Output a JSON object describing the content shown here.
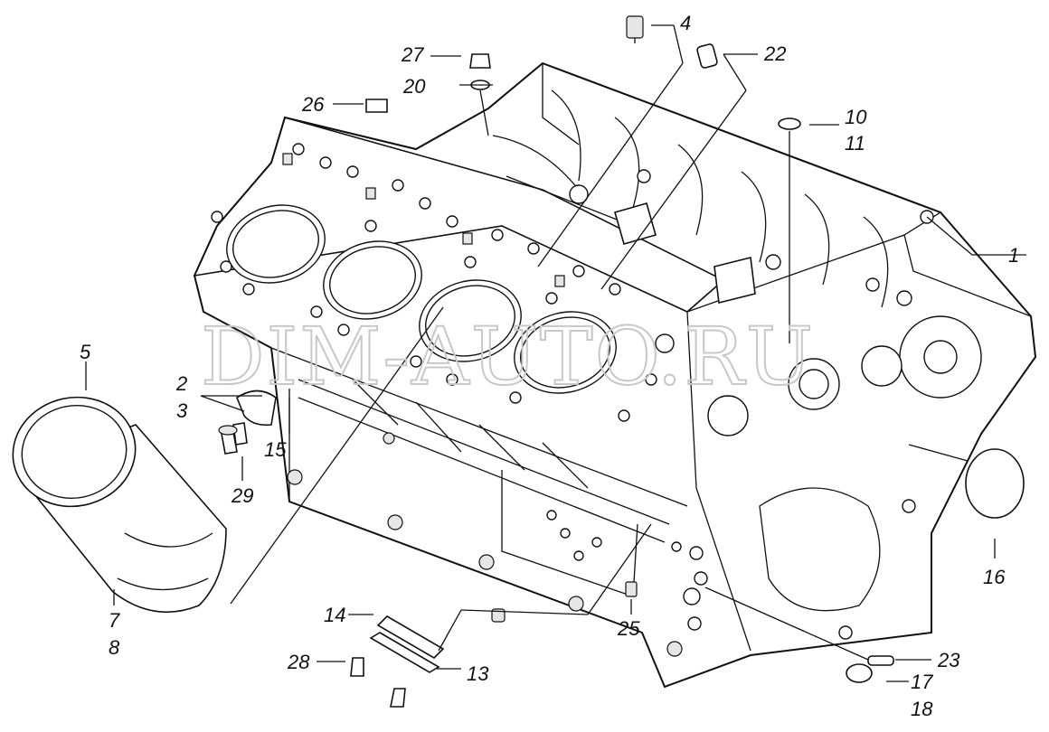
{
  "watermark": "DIM-AUTO.RU",
  "callouts": [
    {
      "id": "1",
      "text": "1"
    },
    {
      "id": "2",
      "text": "2"
    },
    {
      "id": "3",
      "text": "3"
    },
    {
      "id": "4",
      "text": "4"
    },
    {
      "id": "5",
      "text": "5"
    },
    {
      "id": "7",
      "text": "7"
    },
    {
      "id": "8",
      "text": "8"
    },
    {
      "id": "10",
      "text": "10"
    },
    {
      "id": "11",
      "text": "11"
    },
    {
      "id": "13",
      "text": "13"
    },
    {
      "id": "14",
      "text": "14"
    },
    {
      "id": "15",
      "text": "15"
    },
    {
      "id": "16",
      "text": "16"
    },
    {
      "id": "17",
      "text": "17"
    },
    {
      "id": "18",
      "text": "18"
    },
    {
      "id": "20",
      "text": "20"
    },
    {
      "id": "22",
      "text": "22"
    },
    {
      "id": "23",
      "text": "23"
    },
    {
      "id": "25",
      "text": "25"
    },
    {
      "id": "26",
      "text": "26"
    },
    {
      "id": "27",
      "text": "27"
    },
    {
      "id": "28",
      "text": "28"
    },
    {
      "id": "29",
      "text": "29"
    }
  ]
}
